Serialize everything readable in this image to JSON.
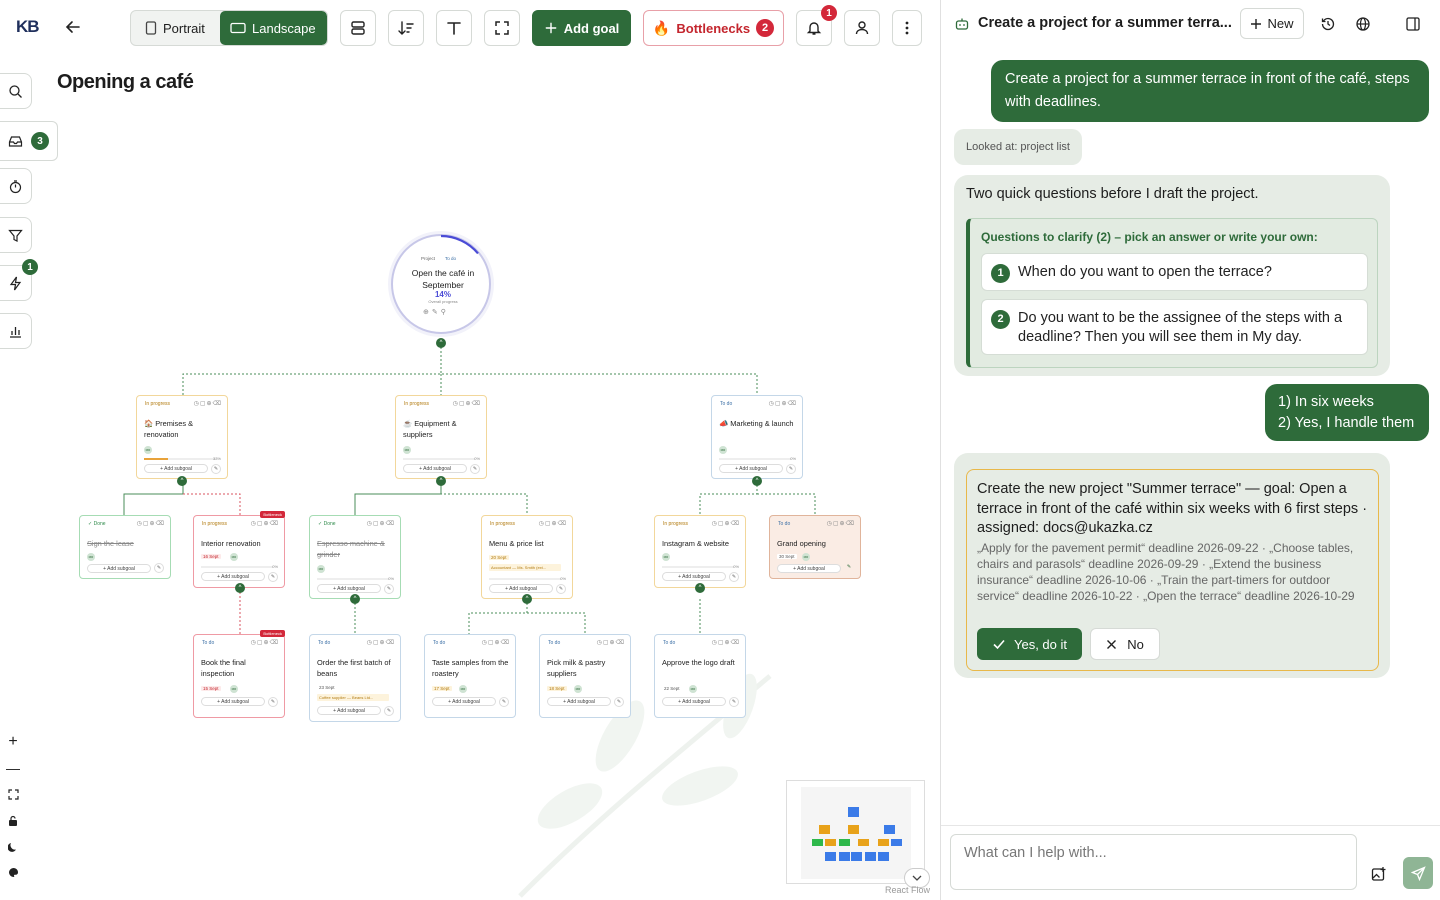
{
  "app": {
    "logo": "KB"
  },
  "toolbar": {
    "portrait_label": "Portrait",
    "landscape_label": "Landscape",
    "add_goal_label": "Add goal",
    "bottlenecks_label": "Bottlenecks",
    "bottlenecks_count": "2",
    "notifications_count": "1"
  },
  "page": {
    "title": "Opening a café"
  },
  "rail": {
    "inbox_count": "3",
    "automation_count": "1"
  },
  "root": {
    "tag": "Project",
    "status": "To do",
    "title": "Open the café in September",
    "progress": "14%",
    "progress_label": "Overall progress",
    "progress_value": 0.14
  },
  "cards": {
    "premises": {
      "status": "In progress",
      "title": "🏠 Premises & renovation",
      "pct": "33%",
      "progress": 0.33,
      "add": "+ Add subgoal"
    },
    "equipment": {
      "status": "In progress",
      "title": "☕ Equipment & suppliers",
      "pct": "0%",
      "add": "+ Add subgoal"
    },
    "marketing": {
      "status": "To do",
      "title": "📣 Marketing & launch",
      "pct": "0%",
      "add": "+ Add subgoal"
    },
    "lease": {
      "status": "✓ Done",
      "title": "Sign the lease",
      "add": "+ Add subgoal"
    },
    "interior": {
      "status": "In progress",
      "title": "Interior renovation",
      "date": "16 Sept",
      "pct": "0%",
      "bottleneck": "Bottleneck",
      "add": "+ Add subgoal"
    },
    "espresso": {
      "status": "✓ Done",
      "title": "Espresso machine & grinder",
      "pct": "0%",
      "add": "+ Add subgoal"
    },
    "menu": {
      "status": "In progress",
      "title": "Menu & price list",
      "date": "20 Sept",
      "note": "Accountant — Ms. Smith (ext...",
      "pct": "0%",
      "add": "+ Add subgoal"
    },
    "instagram": {
      "status": "In progress",
      "title": "Instagram & website",
      "pct": "0%",
      "add": "+ Add subgoal"
    },
    "grand": {
      "status": "To do",
      "title": "Grand opening",
      "date": "30 Sept",
      "add": "+ Add subgoal"
    },
    "inspection": {
      "status": "To do",
      "title": "Book the final inspection",
      "date": "15 Sept",
      "bottleneck": "Bottleneck",
      "add": "+ Add subgoal"
    },
    "beans": {
      "status": "To do",
      "title": "Order the first batch of beans",
      "date": "23 Sept",
      "note": "Coffee supplier — Beans Ltd...",
      "add": "+ Add subgoal"
    },
    "taste": {
      "status": "To do",
      "title": "Taste samples from the roastery",
      "date": "17 Sept",
      "add": "+ Add subgoal"
    },
    "milk": {
      "status": "To do",
      "title": "Pick milk & pastry suppliers",
      "date": "18 Sept",
      "add": "+ Add subgoal"
    },
    "logo": {
      "status": "To do",
      "title": "Approve the logo draft",
      "date": "22 Sept",
      "add": "+ Add subgoal"
    }
  },
  "canvas": {
    "watermark": "React Flow"
  },
  "panel": {
    "title": "Create a project for a summer terra...",
    "new_label": "New",
    "user_msg_1": "Create a project for a summer terrace in front of the café, steps with deadlines.",
    "tool_chip": "Looked at: project list",
    "bot_intro": "Two quick questions before I draft the project.",
    "questions_header": "Questions to clarify (2) – pick an answer or write your own:",
    "questions": [
      {
        "num": "1",
        "text": "When do you want to open the terrace?"
      },
      {
        "num": "2",
        "text": "Do you want to be the assignee of the steps with a deadline? Then you will see them in My day."
      }
    ],
    "user_answer_1": "1) In six weeks",
    "user_answer_2": "2) Yes, I handle them",
    "proposal_title": "Create the new project \"Summer terrace\" — goal: Open a terrace in front of the café within six weeks with 6 first steps · assigned: docs@ukazka.cz",
    "proposal_steps": "„Apply for the pavement permit“ deadline 2026-09-22 · „Choose tables, chairs and parasols“ deadline 2026-09-29 · „Extend the business insurance“ deadline 2026-10-06 · „Train the part-timers for outdoor service“ deadline 2026-10-22 · „Open the terrace“ deadline 2026-10-29",
    "yes_label": "Yes, do it",
    "no_label": "No",
    "input_placeholder": "What can I help with..."
  }
}
